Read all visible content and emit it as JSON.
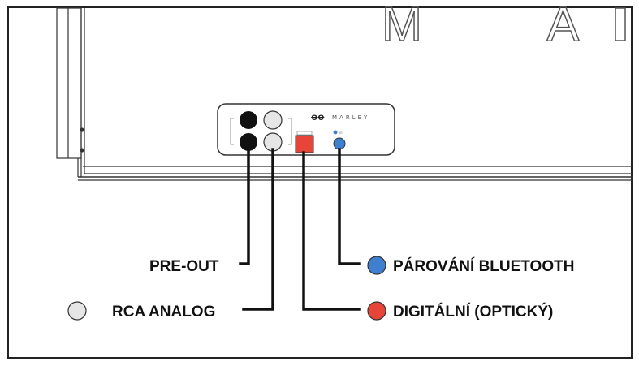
{
  "device": {
    "brand_mark": "ꝊꝊ",
    "brand_name": "MARLEY",
    "background_letters": "M A",
    "bt_small_label": "BT"
  },
  "colors": {
    "bluetooth": "#3f7fd0",
    "digital": "#e8453a",
    "rca": "#e6e6e6",
    "preout": "#111111"
  },
  "labels": {
    "pre_out": "PRE-OUT",
    "rca_analog": "RCA ANALOG",
    "bluetooth_pairing": "PÁROVÁNÍ BLUETOOTH",
    "digital_optical": "DIGITÁLNÍ (OPTICKÝ)"
  }
}
